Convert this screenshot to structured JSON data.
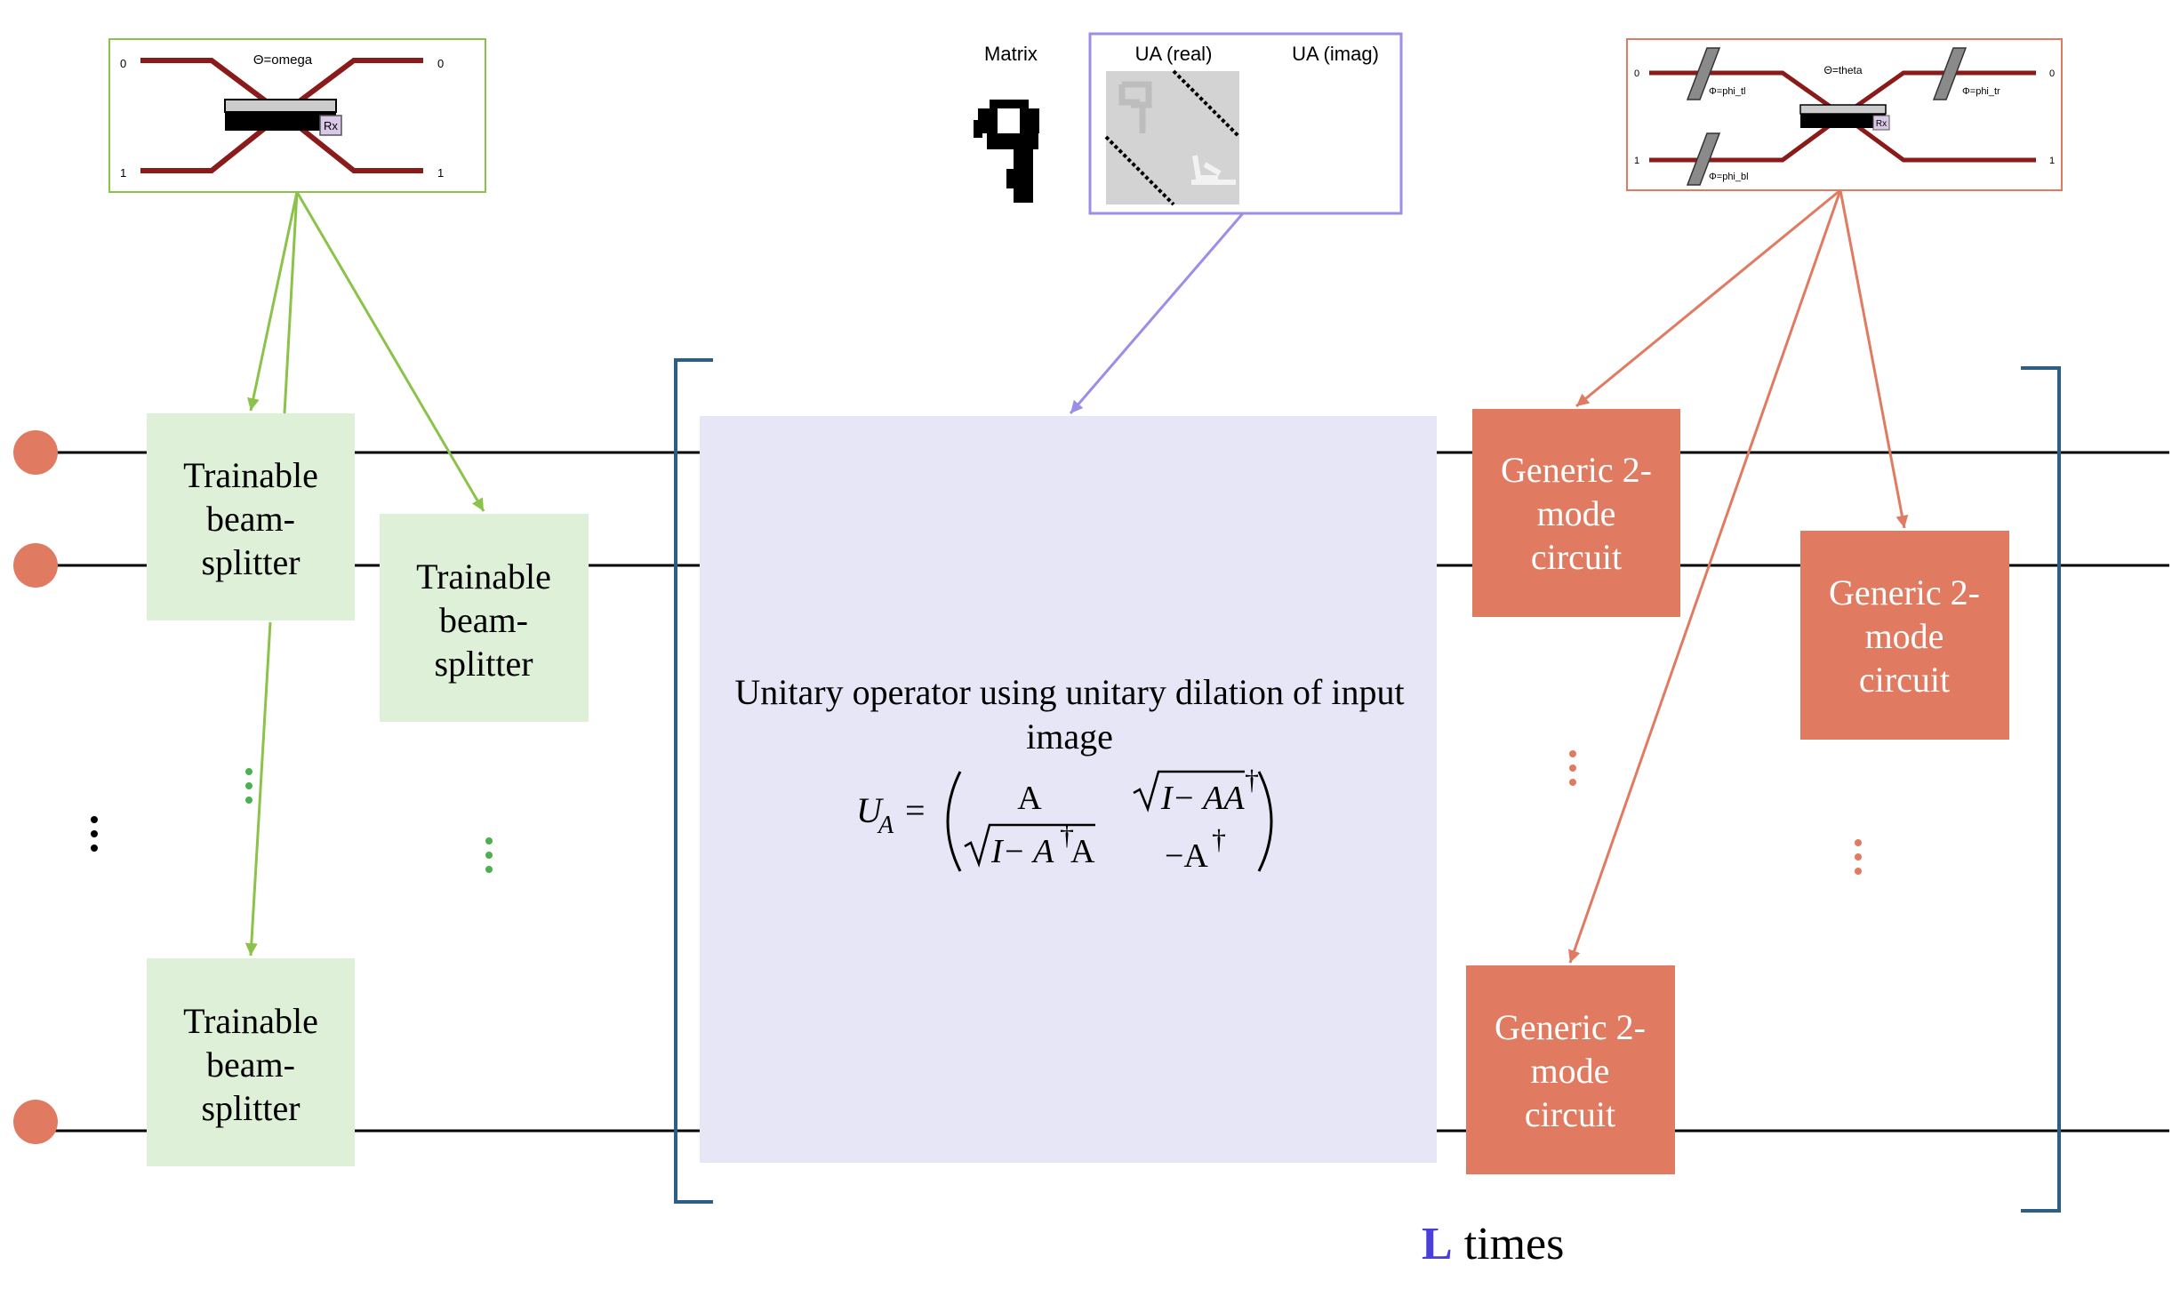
{
  "colors": {
    "green_box": "#dff0d8",
    "green_line": "#8bc34a",
    "green_border": "#8bc34a",
    "purple_box": "#e6e6f7",
    "purple_line": "#9b8ee6",
    "orange_box": "#e07b62",
    "orange_line": "#e07b62",
    "bracket": "#2d5f86",
    "wire": "#000000",
    "node": "#e07b62",
    "l_blue": "#4a3fd8",
    "circuit_red": "#8b1a1a"
  },
  "green_inset": {
    "theta_label": "Θ=omega",
    "port_left_top": "0",
    "port_left_bottom": "1",
    "port_right_top": "0",
    "port_right_bottom": "1",
    "gate_label": "Rx"
  },
  "orange_inset": {
    "theta_label": "Θ=theta",
    "phi_tl": "Φ=phi_tl",
    "phi_tr": "Φ=phi_tr",
    "phi_bl": "Φ=phi_bl",
    "port_left_top": "0",
    "port_left_bottom": "1",
    "port_right_top": "0",
    "port_right_bottom": "1",
    "gate_label": "Rx"
  },
  "matrix_inset": {
    "matrix_label": "Matrix",
    "ua_real_label": "UA (real)",
    "ua_imag_label": "UA (imag)"
  },
  "trainable_boxes": [
    {
      "line1": "Trainable",
      "line2": "beam-",
      "line3": "splitter"
    },
    {
      "line1": "Trainable",
      "line2": "beam-",
      "line3": "splitter"
    },
    {
      "line1": "Trainable",
      "line2": "beam-",
      "line3": "splitter"
    }
  ],
  "unitary_box": {
    "line1": "Unitary operator using unitary dilation of input",
    "line2": "image",
    "lhs_U": "U",
    "lhs_sub": "A",
    "equals": "=",
    "m11": "A",
    "m12_radicand": "I− AA",
    "m12_dagger": "†",
    "m21_radicand": "I− A",
    "m21_dagger": "†",
    "m21_tail": "A",
    "m22": "−A",
    "m22_dagger": "†"
  },
  "generic_boxes": [
    {
      "line1": "Generic 2-",
      "line2": "mode",
      "line3": "circuit"
    },
    {
      "line1": "Generic 2-",
      "line2": "mode",
      "line3": "circuit"
    },
    {
      "line1": "Generic 2-",
      "line2": "mode",
      "line3": "circuit"
    }
  ],
  "l_times": {
    "letter": "L",
    "word": " times"
  }
}
